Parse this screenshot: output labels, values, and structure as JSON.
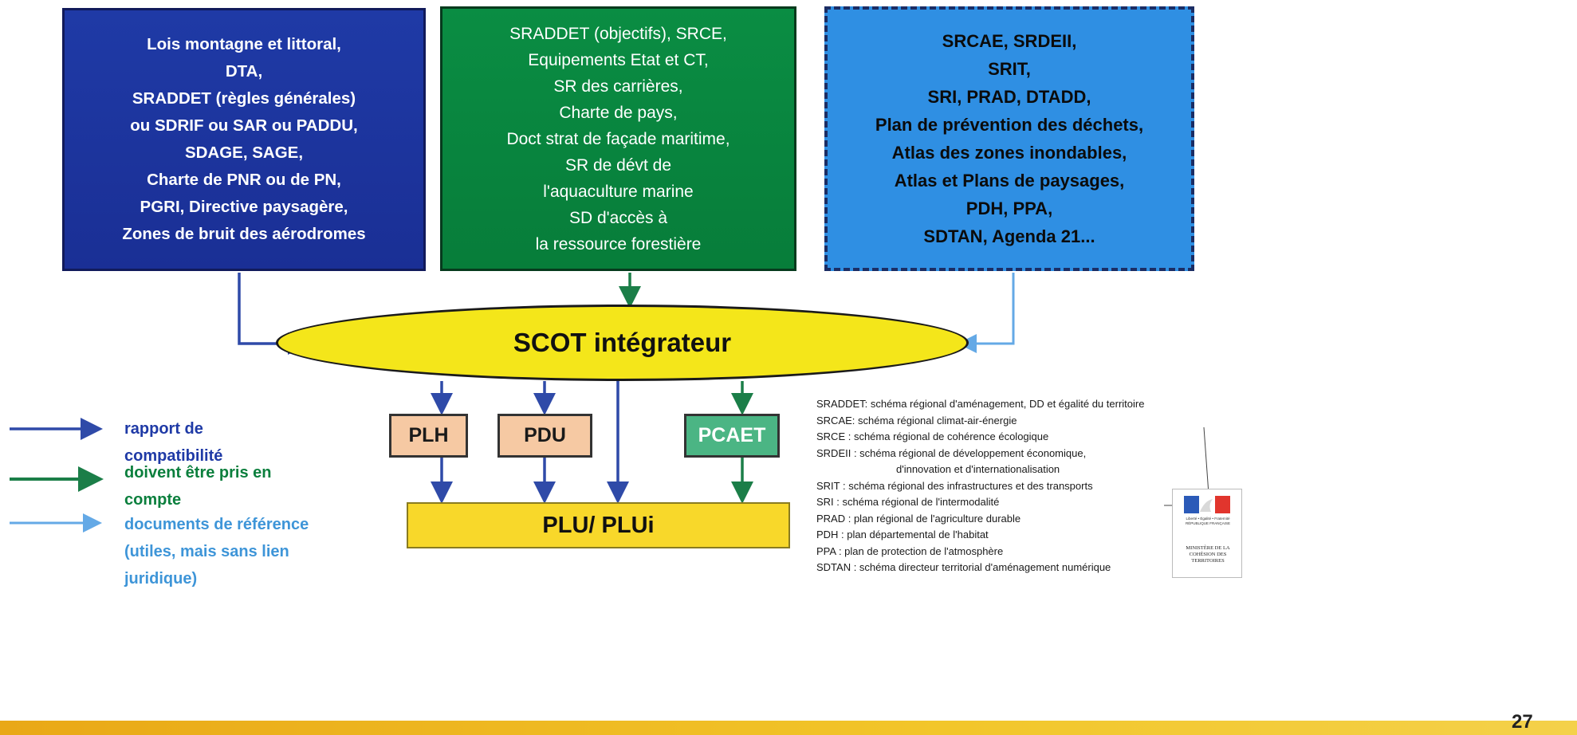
{
  "boxes": {
    "blue": [
      "Lois montagne et littoral,",
      "DTA,",
      "SRADDET (règles générales)",
      "ou SDRIF ou SAR ou PADDU,",
      "SDAGE, SAGE,",
      "Charte de PNR ou de PN,",
      "PGRI, Directive paysagère,",
      "Zones de bruit des aérodromes"
    ],
    "green": [
      "SRADDET (objectifs), SRCE,",
      "Equipements Etat et CT,",
      "SR des carrières,",
      "Charte de pays,",
      "Doct strat de façade maritime,",
      "SR de dévt de",
      "l'aquaculture marine",
      "SD d'accès à",
      "la ressource forestière"
    ],
    "lightblue": [
      "SRCAE, SRDEII,",
      "SRIT,",
      "SRI, PRAD, DTADD,",
      "Plan de prévention des déchets,",
      "Atlas des zones inondables,",
      "Atlas et Plans de paysages,",
      "PDH,  PPA,",
      "SDTAN, Agenda 21..."
    ]
  },
  "scot": "SCOT intégrateur",
  "plh": "PLH",
  "pdu": "PDU",
  "pcaet": "PCAET",
  "plu": "PLU/ PLUi",
  "legend": {
    "rapport": "rapport de compatibilité",
    "compte": "doivent être pris en compte",
    "reference": "documents de référence (utiles, mais sans lien juridique)"
  },
  "colors": {
    "compatibility": "#2f4aa8",
    "take_into_account": "#1b7e48",
    "reference": "#64a9e6"
  },
  "glossary": [
    "SRADDET: schéma régional d'aménagement, DD et égalité du territoire",
    "SRCAE: schéma régional climat-air-énergie",
    "SRCE : schéma régional de cohérence écologique",
    "SRDEII : schéma régional de développement économique,",
    "d'innovation et d'internationalisation",
    "SRIT : schéma régional des infrastructures et des transports",
    "SRI : schéma régional de l'intermodalité",
    "PRAD : plan régional de l'agriculture durable",
    "PDH : plan départemental de l'habitat",
    "PPA : plan de protection de l'atmosphère",
    "SDTAN : schéma directeur territorial d'aménagement numérique"
  ],
  "logo": {
    "motto": "Liberté • Égalité • Fraternité RÉPUBLIQUE FRANÇAISE",
    "ministry": "MINISTÈRE DE LA COHÉSION DES TERRITOIRES"
  },
  "page_number": "27"
}
